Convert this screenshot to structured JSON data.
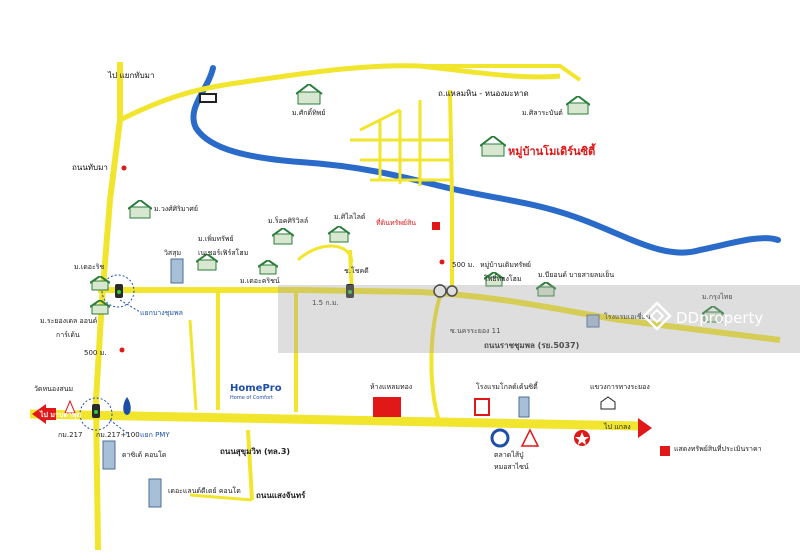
{
  "colors": {
    "road": "#f2e52e",
    "river": "#2a6bc9",
    "label_red": "#e01818",
    "label_blue": "#1d4fa8",
    "watermark_bg": "#a0a0a0"
  },
  "labels": {
    "top_left_road": "ไป แยกทับมา",
    "thap_ma_road": "ถนนทับมา",
    "saksit": "ม.ศักดิ์ทิพย์",
    "laem_hin": "ถ.แหลมหิน - หนองมะหาด",
    "siraban": "ม.ศิลาระบันต์",
    "project": "หมู่บ้านโมเดิร์นซิตี้",
    "wongsirimat": "ม.วงศ์ศิริมาศย์",
    "thidin": "ที่ดินทรัพย์สิน",
    "rock_villa": "ม.ร็อคศิริวิลล์",
    "silai": "ม.ศิไลไลด์",
    "mue_sap": "ม.เพิ่มทรัพย์",
    "nextpin": "เนเชอร์เฟิร์สโฮม",
    "visaum": "วิสสุม",
    "le_creek": "ม.เดอะคริชน์",
    "choke": "ช.โชคดี",
    "mue_rich": "ม.เดอะริช",
    "m500a": "500 ม.",
    "ban_ngam": "หมู่บ้านเติมทรัพย์",
    "tipwa": "โพธิ์ทองโฮม",
    "bliss": "ม.บียอนด์ บายสายลมเย็น",
    "krung_thai": "ม.กรุงไทย",
    "hotel_min": "โรงแรมเอเชี่ยน",
    "rayong_mid": "ม.ระยองเดล ออนด์",
    "cardins": "การ์เด้น",
    "ramp": "แยกบางชุมพล",
    "m500b": "500 ม.",
    "km": "1.5 ก.ม.",
    "soi_11": "ซ.นครระยอง 11",
    "rat_road": "ถนนราชชุมพล (รย.5037)",
    "wat": "วัดหนองสนม",
    "to_bangkok": "ไป มาบตาพุด",
    "km217": "กม.217",
    "km217_100": "กม.217+100",
    "pmy": "แยก PMY",
    "homepro": "HomePro",
    "homepro_sub": "Home of Comfort",
    "sukhumvit": "ถนนสุขุมวิท (ทล.3)",
    "dancing": "ห้างแหลมทอง",
    "hotel_gold": "โรงแรมโกลด์เด้นซิตี้",
    "tourism": "แขวงการทางระยอง",
    "to_klaeng": "ไป แกลง",
    "assess": "แสดงทรัพย์สินที่ประเมินราคา",
    "market": "ตลาดไส้ปู่",
    "hospital": "หมอสาไซน์",
    "vision": "ดาซิเด้ คอนโด",
    "beer": "เดอะแลนด์ดีเดย์ คอนโด",
    "sang_chan": "ถนนแสงจันทร์"
  },
  "watermark": {
    "text": "DDproperty"
  }
}
